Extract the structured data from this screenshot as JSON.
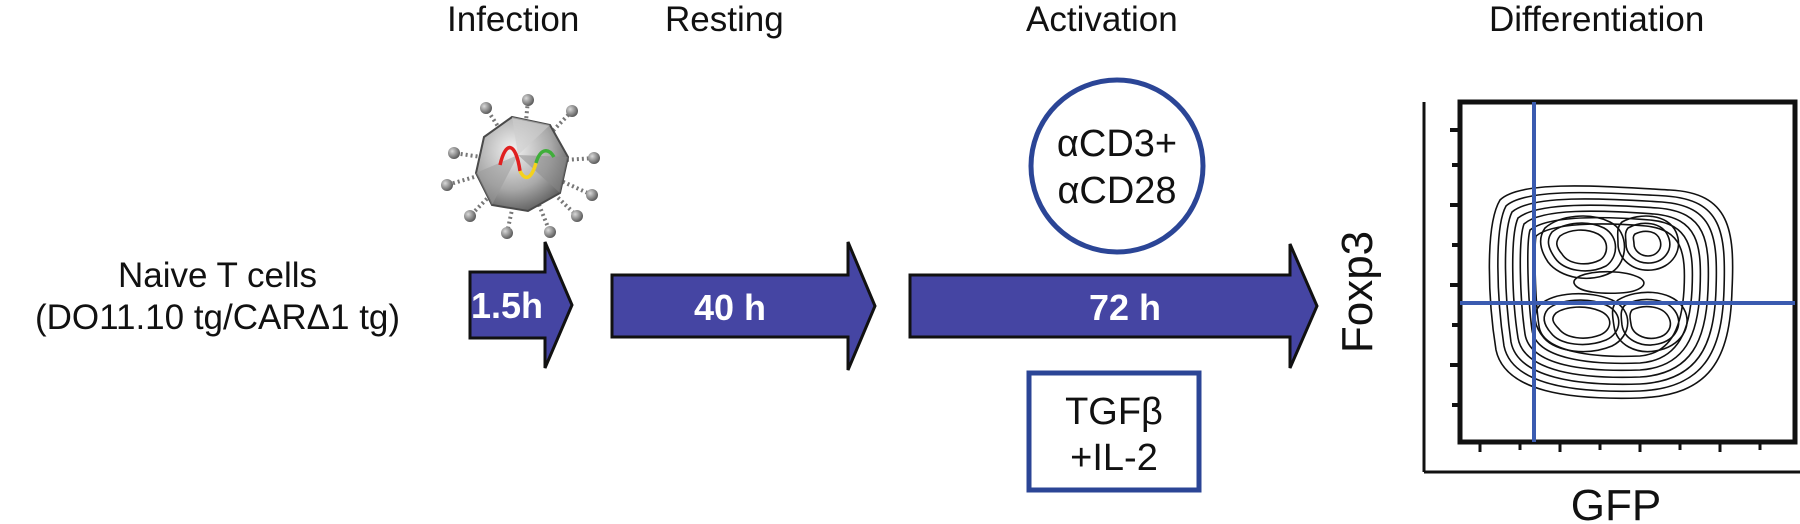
{
  "stages": {
    "infection": "Infection",
    "resting": "Resting",
    "activation": "Activation",
    "differentiation": "Differentiation"
  },
  "cells": {
    "line1": "Naive T cells",
    "line2": "(DO11.10 tg/CARΔ1 tg)"
  },
  "arrows": {
    "infection_duration": "1.5h",
    "resting_duration": "40 h",
    "activation_duration": "72 h"
  },
  "activation_stimulus": {
    "line1": "αCD3+",
    "line2": "αCD28"
  },
  "cytokines": {
    "line1": "TGFβ",
    "line2": "+IL-2"
  },
  "plot": {
    "y_label": "Foxp3",
    "x_label": "GFP"
  },
  "colors": {
    "arrow_fill": "#4545a3",
    "frame_blue": "#2b4596",
    "gate_line": "#3a5bb0"
  },
  "icons": {
    "virus": "virus-particle-icon"
  }
}
